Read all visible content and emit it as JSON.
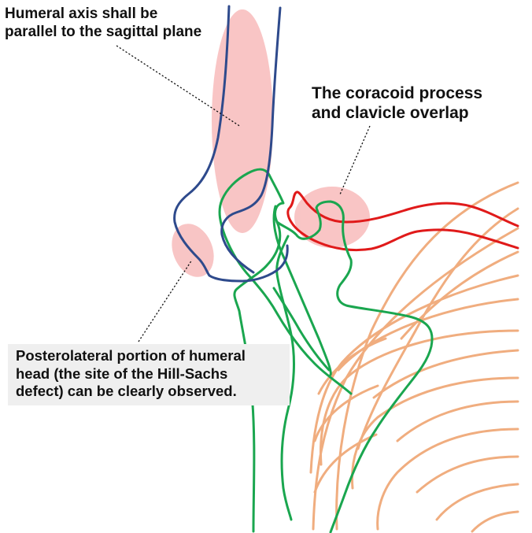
{
  "annotations": {
    "humeral_axis": "Humeral axis shall be\nparallel to the sagittal plane",
    "coracoid_clavicle": "The coracoid process\nand clavicle overlap",
    "posterolateral": "Posterolateral portion of humeral\nhead (the site of the Hill-Sachs\ndefect) can be clearly observed."
  },
  "colors": {
    "highlight": "#f7b5b5",
    "humerus": "#2e4a8c",
    "scapula": "#1aa64f",
    "clavicle": "#e01a1a",
    "ribs": "#f0ad7f",
    "leader_line": "#111111",
    "callout_background": "#efefef"
  }
}
